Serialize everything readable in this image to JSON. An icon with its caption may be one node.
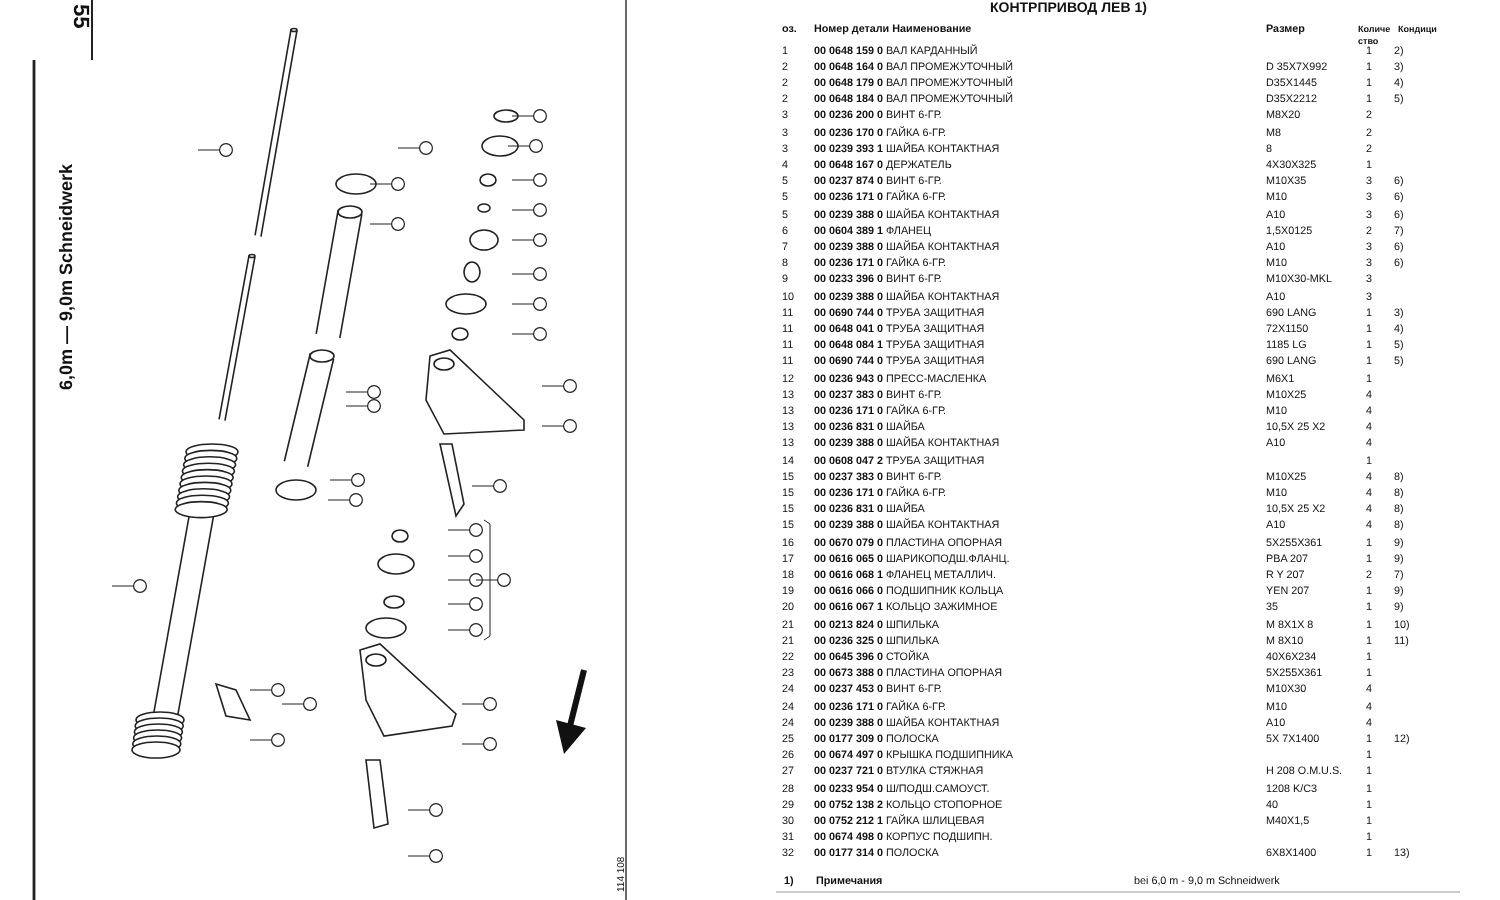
{
  "diagram": {
    "title": "КОНТРПРИВОД ЛЕВ 1)",
    "labels": [
      "55",
      "6,0m — 9,0m Schneidwerk",
      "114 108",
      "оз.",
      "Номер детали Наименование",
      "Размер",
      "Количе ство",
      "Кондици",
      "1",
      "**00 0648 159 0** ВАЛ КАРДАННЫЙ",
      "1",
      "2)",
      "2",
      "**00 0648 164 0** ВАЛ ПРОМЕЖУТОЧНЫЙ",
      "D 35X7X992",
      "1",
      "3)",
      "2",
      "**00 0648 179 0** ВАЛ ПРОМЕЖУТОЧНЫЙ",
      "D35X1445",
      "1",
      "4)",
      "2",
      "**00 0648 184 0** ВАЛ ПРОМЕЖУТОЧНЫЙ",
      "D35X2212",
      "1",
      "5)",
      "3",
      "**00 0236 200 0** ВИНТ 6-ГР.",
      "M8X20",
      "2",
      "3",
      "**00 0236 170 0** ГАЙКА 6-ГР.",
      "M8",
      "2",
      "3",
      "**00 0239 393 1** ШАЙБА КОНТАКТНАЯ",
      "8",
      "2",
      "4",
      "**00 0648 167 0** ДЕРЖАТЕЛЬ",
      "4X30X325",
      "1",
      "5",
      "**00 0237 874 0** ВИНТ 6-ГР.",
      "M10X35",
      "3",
      "6)",
      "5",
      "**00 0236 171 0** ГАЙКА 6-ГР.",
      "M10",
      "3",
      "6)",
      "5",
      "**00 0239 388 0** ШАЙБА КОНТАКТНАЯ",
      "A10",
      "3",
      "6)",
      "6",
      "**00 0604 389 1** ФЛАНЕЦ",
      "1,5X0125",
      "2",
      "7)",
      "7",
      "**00 0239 388 0** ШАЙБА КОНТАКТНАЯ",
      "A10",
      "3",
      "6)",
      "8",
      "**00 0236 171 0** ГАЙКА 6-ГР.",
      "M10",
      "3",
      "6)",
      "9",
      "**00 0233 396 0** ВИНТ 6-ГР.",
      "M10X30-MKL",
      "3",
      "10",
      "**00 0239 388 0** ШАЙБА КОНТАКТНАЯ",
      "A10",
      "3",
      "11",
      "**00 0690 744 0** ТРУБА ЗАЩИТНАЯ",
      "690 LANG",
      "1",
      "3)",
      "11",
      "**00 0648 041 0** ТРУБА ЗАЩИТНАЯ",
      "72X1150",
      "1",
      "4)",
      "11",
      "**00 0648 084 1** ТРУБА ЗАЩИТНАЯ",
      "1185 LG",
      "1",
      "5)",
      "11",
      "**00 0690 744 0** ТРУБА ЗАЩИТНАЯ",
      "690 LANG",
      "1",
      "5)",
      "12",
      "**00 0236 943 0** ПРЕСС-МАСЛЕНКА",
      "M6X1",
      "1",
      "13",
      "**00 0237 383 0** ВИНТ 6-ГР.",
      "M10X25",
      "4",
      "13",
      "**00 0236 171 0** ГАЙКА 6-ГР.",
      "M10",
      "4",
      "13",
      "**00 0236 831 0** ШАЙБА",
      "10,5X 25 X2",
      "4",
      "13",
      "**00 0239 388 0** ШАЙБА КОНТАКТНАЯ",
      "A10",
      "4",
      "14",
      "**00 0608 047 2** ТРУБА ЗАЩИТНАЯ",
      "1",
      "15",
      "**00 0237 383 0** ВИНТ 6-ГР.",
      "M10X25",
      "4",
      "8)",
      "15",
      "**00 0236 171 0** ГАЙКА 6-ГР.",
      "M10",
      "4",
      "8)",
      "15",
      "**00 0236 831 0** ШАЙБА",
      "10,5X 25 X2",
      "4",
      "8)",
      "15",
      "**00 0239 388 0** ШАЙБА КОНТАКТНАЯ",
      "A10",
      "4",
      "8)",
      "16",
      "**00 0670 079 0** ПЛАСТИНА ОПОРНАЯ",
      "5X255X361",
      "1",
      "9)",
      "17",
      "**00 0616 065 0** ШАРИКОПОДШ.ФЛАНЦ.",
      "PBA 207",
      "1",
      "9)",
      "18",
      "**00 0616 068 1** ФЛАНЕЦ МЕТАЛЛИЧ.",
      "R Y 207",
      "2",
      "7)",
      "19",
      "**00 0616 066 0** ПОДШИПНИК КОЛЬЦА",
      "YEN 207",
      "1",
      "9)",
      "20",
      "**00 0616 067 1** КОЛЬЦО ЗАЖИМНОЕ",
      "35",
      "1",
      "9)",
      "21",
      "**00 0213 824 0** ШПИЛЬКА",
      "M 8X1X 8",
      "1",
      "10)",
      "21",
      "**00 0236 325 0** ШПИЛЬКА",
      "M 8X10",
      "1",
      "11)",
      "22",
      "**00 0645 396 0** СТОЙКА",
      "40X6X234",
      "1",
      "23",
      "**00 0673 388 0** ПЛАСТИНА ОПОРНАЯ",
      "5X255X361",
      "1",
      "24",
      "**00 0237 453 0** ВИНТ 6-ГР.",
      "M10X30",
      "4",
      "24",
      "**00 0236 171 0** ГАЙКА 6-ГР.",
      "M10",
      "4",
      "24",
      "**00 0239 388 0** ШАЙБА КОНТАКТНАЯ",
      "A10",
      "4",
      "25",
      "**00 0177 309 0** ПОЛОСКА",
      "5X 7X1400",
      "1",
      "12)",
      "26",
      "**00 0674 497 0** КРЫШКА ПОДШИПНИКА",
      "1",
      "27",
      "**00 0237 721 0** ВТУЛКА СТЯЖНАЯ",
      "H 208 O.M.U.S.",
      "1",
      "28",
      "**00 0233 954 0** Ш/ПОДШ.САМОУСТ.",
      "1208 K/C3",
      "1",
      "29",
      "**00 0752 138 2** КОЛЬЦО СТОПОРНОЕ",
      "40",
      "1",
      "30",
      "**00 0752 212 1** ГАЙКА ШЛИЦЕВАЯ",
      "M40X1,5",
      "1",
      "31",
      "**00 0674 498 0** КОРПУС ПОДШИПН.",
      "1",
      "32",
      "**00 0177 314 0** ПОЛОСКА",
      "6X8X1400",
      "1",
      "13)",
      "1)",
      "Примечания",
      "bei 6,0 m - 9,0 m Schneidwerk"
    ]
  }
}
